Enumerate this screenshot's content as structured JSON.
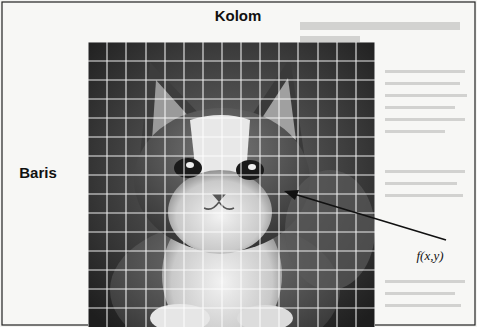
{
  "diagram": {
    "labels": [
      "Kolom",
      "Baris",
      "f(x,y)"
    ]
  }
}
